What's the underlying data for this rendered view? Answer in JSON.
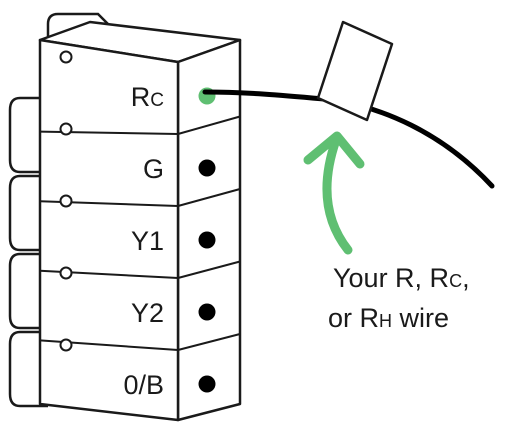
{
  "terminals": [
    {
      "label_main": "R",
      "label_sub": "C",
      "dot_color": "#5fbf72",
      "connected": true
    },
    {
      "label_main": "G",
      "label_sub": "",
      "dot_color": "#000000",
      "connected": false
    },
    {
      "label_main": "Y1",
      "label_sub": "",
      "dot_color": "#000000",
      "connected": false
    },
    {
      "label_main": "Y2",
      "label_sub": "",
      "dot_color": "#000000",
      "connected": false
    },
    {
      "label_main": "0/B",
      "label_sub": "",
      "dot_color": "#000000",
      "connected": false
    }
  ],
  "caption": {
    "line1_text": "Your R, R",
    "line1_sub": "C",
    "line1_end": ",",
    "line2_start": "or R",
    "line2_sub": "H",
    "line2_end": " wire"
  },
  "colors": {
    "arrow": "#5fbf72",
    "stroke": "#1a1a1a",
    "wire": "#000000"
  }
}
